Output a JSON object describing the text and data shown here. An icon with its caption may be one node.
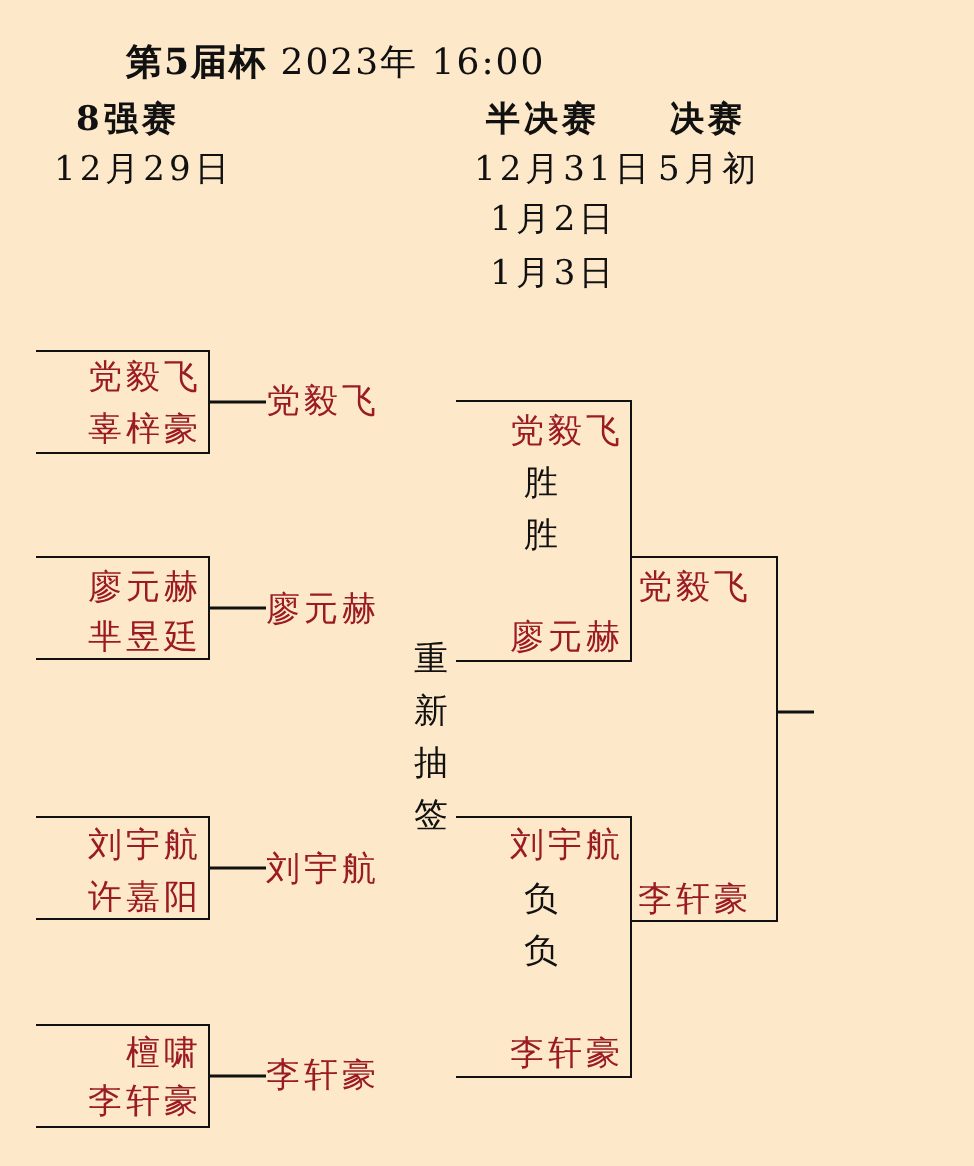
{
  "diagram": {
    "title": "**第5届杯** 2023年 16:00",
    "nodes": [
      {
        "text": [
          "党毅飞",
          "辜梓豪"
        ]
      },
      {
        "text": [
          "党毅飞"
        ]
      },
      {
        "text": [
          "廖元赫",
          "芈昱廷"
        ]
      },
      {
        "text": [
          "廖元赫"
        ]
      },
      {
        "text": [
          "刘宇航",
          "许嘉阳"
        ]
      },
      {
        "text": [
          "刘宇航"
        ]
      },
      {
        "text": [
          "檀啸",
          "李轩豪"
        ]
      },
      {
        "text": [
          "李轩豪"
        ]
      },
      {
        "text": [
          "党毅飞",
          "胜",
          "胜",
          "廖元赫"
        ]
      },
      {
        "text": [
          "刘宇航",
          "负",
          "负",
          "李轩豪"
        ]
      },
      {
        "text": [
          "党毅飞",
          "李轩豪"
        ]
      }
    ],
    "edges": [
      {
        "from": 0,
        "to": 1,
        "arrow": "none"
      },
      {
        "from": 2,
        "to": 3,
        "arrow": "none"
      },
      {
        "from": 4,
        "to": 5,
        "arrow": "none"
      },
      {
        "from": 6,
        "to": 7,
        "arrow": "none"
      },
      {
        "from": 10,
        "to": null,
        "arrow": "none"
      }
    ],
    "labels": [
      "8强赛",
      "半决赛",
      "决赛",
      "12月29日",
      "12月31日",
      "5月初",
      "1月2日",
      "1月3日",
      "重新抽签"
    ]
  }
}
